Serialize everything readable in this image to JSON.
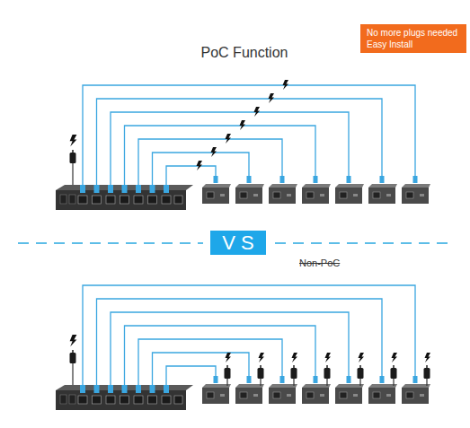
{
  "diagram": {
    "title": "PoC Function",
    "nodes": [
      {
        "text": [
          "No more plugs needed",
          "Easy Install"
        ]
      },
      {
        "text": [
          "V S"
        ]
      }
    ],
    "labels": [
      "Non-PoC"
    ]
  }
}
